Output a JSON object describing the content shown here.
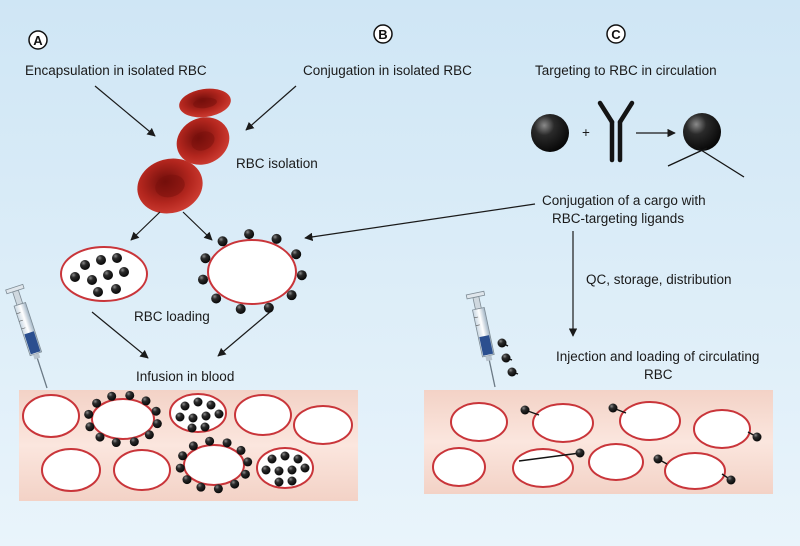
{
  "panels": {
    "a": {
      "letter": "A",
      "title": "Encapsulation in isolated RBC"
    },
    "b": {
      "letter": "B",
      "title": "Conjugation in isolated RBC"
    },
    "c": {
      "letter": "C",
      "title": "Targeting to RBC in circulation"
    }
  },
  "steps": {
    "rbc_isolation": "RBC isolation",
    "rbc_loading": "RBC loading",
    "infusion": "Infusion in blood",
    "conjugation_line1": "Conjugation of a cargo with",
    "conjugation_line2": "RBC-targeting ligands",
    "plus": "+",
    "qc": "QC, storage, distribution",
    "injection_line1": "Injection and loading of circulating",
    "injection_line2": "RBC"
  },
  "colors": {
    "background_top": "#cfe6f5",
    "background_bottom": "#e9f4fb",
    "vessel": "#f8ddd2",
    "cell_outline": "#c9353a",
    "rbc": "#b3261e",
    "particle": "#1a1a1a"
  },
  "icons": [
    "syringe-icon",
    "antibody-icon",
    "red-blood-cell-icon",
    "particle-icon"
  ]
}
